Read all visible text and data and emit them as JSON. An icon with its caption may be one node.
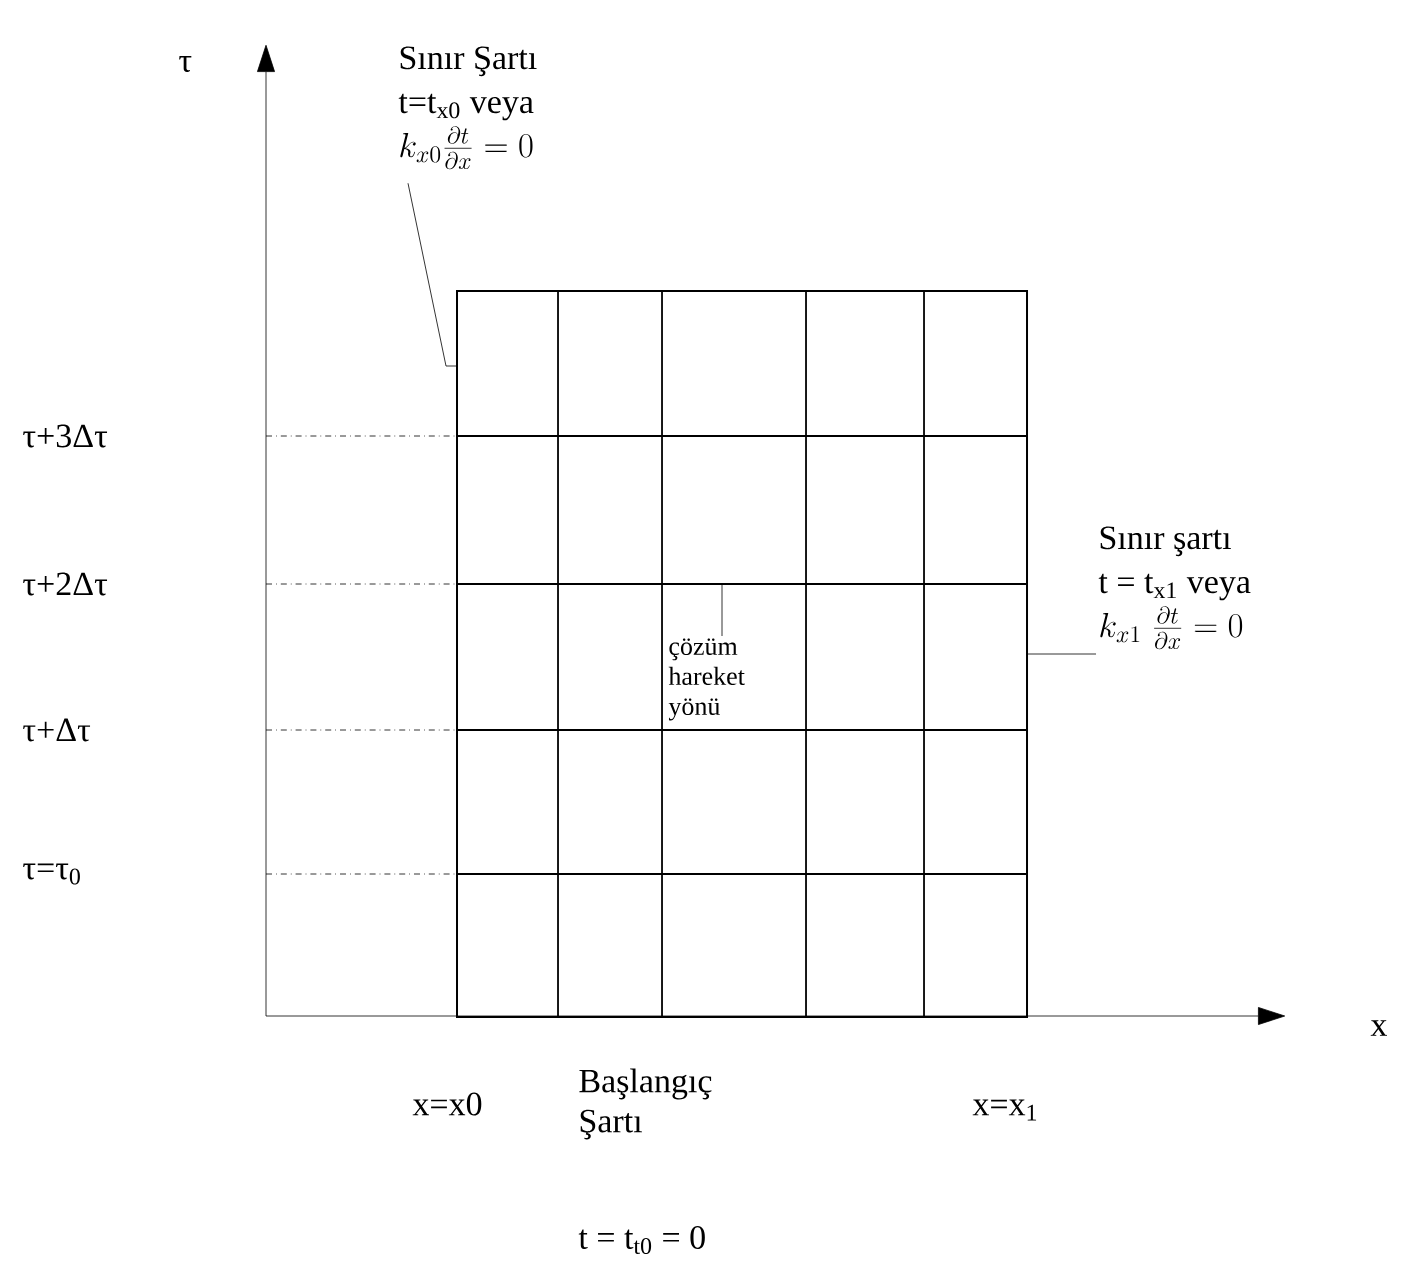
{
  "diagram": {
    "nodes": [
      {
        "text": [
          "Sınır Şartı",
          "t=t$_{x0}$ veya",
          "k_{x0}\\frac{\\partial t}{\\partial x} = 0"
        ]
      },
      {
        "text": [],
        "shape": "box"
      },
      {
        "text": [
          "Sınır şartı",
          "t = t$_{x1}$ veya",
          "k_{x1}\\;\\frac{\\partial t}{\\partial x} =0"
        ]
      },
      {
        "text": [
          "çözüm hareket yönü"
        ],
        "in": 1
      }
    ],
    "edges": [
      {
        "from": 0,
        "to": 1,
        "arrow": "none"
      },
      {
        "from": 2,
        "to": 1,
        "arrow": "none"
      },
      {
        "from": 3,
        "to": 1,
        "arrow": "none"
      }
    ],
    "labels": [
      "τ",
      "τ+3Δτ",
      "τ+2Δτ",
      "τ+Δτ",
      "τ=τ$_{0}$",
      "x",
      "x=x0",
      "Başlangıç Şartı",
      "x=x$_{1}$",
      "t = t$_{t0}$ = 0"
    ]
  }
}
